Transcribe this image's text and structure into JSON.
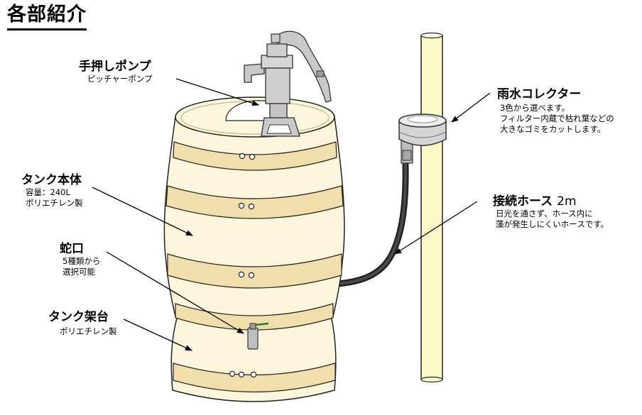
{
  "title": "各部紹介",
  "labels": {
    "pump": {
      "name": "手押しポンプ",
      "sub": "ピッチャーポンプ"
    },
    "collector": {
      "name": "雨水コレクター",
      "sub1": "3色から選べます。",
      "sub2": "フィルター内蔵で枯れ葉などの",
      "sub3": "大きなゴミをカットします。"
    },
    "tank": {
      "name": "タンク本体",
      "sub1": "容量：240L",
      "sub2": "ポリエチレン製"
    },
    "hose": {
      "name": "接続ホース",
      "size": "2m",
      "sub1": "日光を通さず、ホース内に",
      "sub2": "藻が発生しにくいホースです。"
    },
    "faucet": {
      "name": "蛇口",
      "sub1": "5種類から",
      "sub2": "選択可能"
    },
    "stand": {
      "name": "タンク架台",
      "sub": "ポリエチレン製"
    }
  },
  "colors": {
    "barrel": "#fdf6dc",
    "hoop": "#f0dfaa",
    "pump": "#c9c9c9",
    "pipe": "#fbf8c8",
    "hose": "#1a1a1a"
  }
}
